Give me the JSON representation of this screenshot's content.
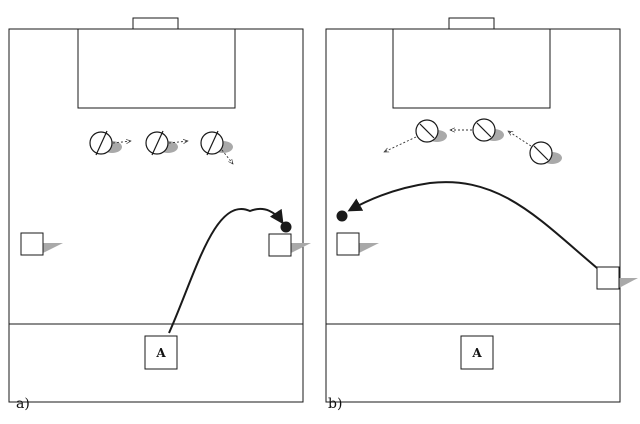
{
  "panels": [
    {
      "caption": "a)",
      "box_label": "A",
      "player_state": [
        "moving-right",
        "moving-right",
        "moving-down-right"
      ]
    },
    {
      "caption": "b)",
      "box_label": "A",
      "player_state": [
        "moving-left",
        "moving-left",
        "moving-left"
      ]
    }
  ],
  "colors": {
    "line": "#1a1a1a",
    "shadow": "#a9a9a9",
    "ball": "#1a1a1a",
    "player_fill": "#ffffff"
  },
  "icons": {
    "player": "circle-slash-player-icon",
    "cone": "square-cone-icon",
    "ball": "ball-icon"
  }
}
